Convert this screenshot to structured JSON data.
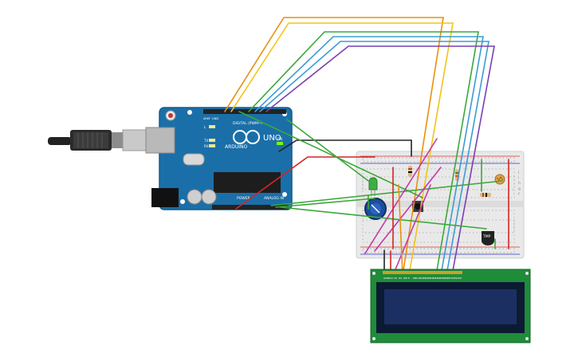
{
  "arduino": {
    "brand": "ARDUINO",
    "model": "UNO",
    "digital_label": "DIGITAL (PWM~)",
    "power_label": "POWER",
    "analog_label": "ANALOG IN",
    "tx_label": "TX",
    "rx_label": "RX",
    "l_label": "L",
    "on_label": "ON",
    "aref_label": "AREF",
    "gnd_label": "GND"
  },
  "breadboard": {
    "row_labels_top": [
      "j",
      "i",
      "h",
      "g",
      "f"
    ]
  },
  "parts": {
    "sensor_label": "TMP"
  },
  "lcd": {
    "pin_labels": [
      "GND",
      "VCC",
      "V0",
      "RS",
      "RW",
      "E",
      "DB0",
      "DB1",
      "DB2",
      "DB3",
      "DB4",
      "DB5",
      "DB6",
      "DB7",
      "LED",
      "LED"
    ]
  },
  "colors": {
    "board_blue": "#1b6fa8",
    "breadboard": "#e9e9e9",
    "lcd_pcb": "#1f8c3a",
    "lcd_screen": "#1c2f63",
    "wire_orange": "#e8900c",
    "wire_yellow": "#f0c419",
    "wire_green": "#3aa83a",
    "wire_blue": "#3d9bd6",
    "wire_purple": "#7a3fb0",
    "wire_magenta": "#c23aa8",
    "wire_red": "#d42525",
    "wire_black": "#222222"
  }
}
